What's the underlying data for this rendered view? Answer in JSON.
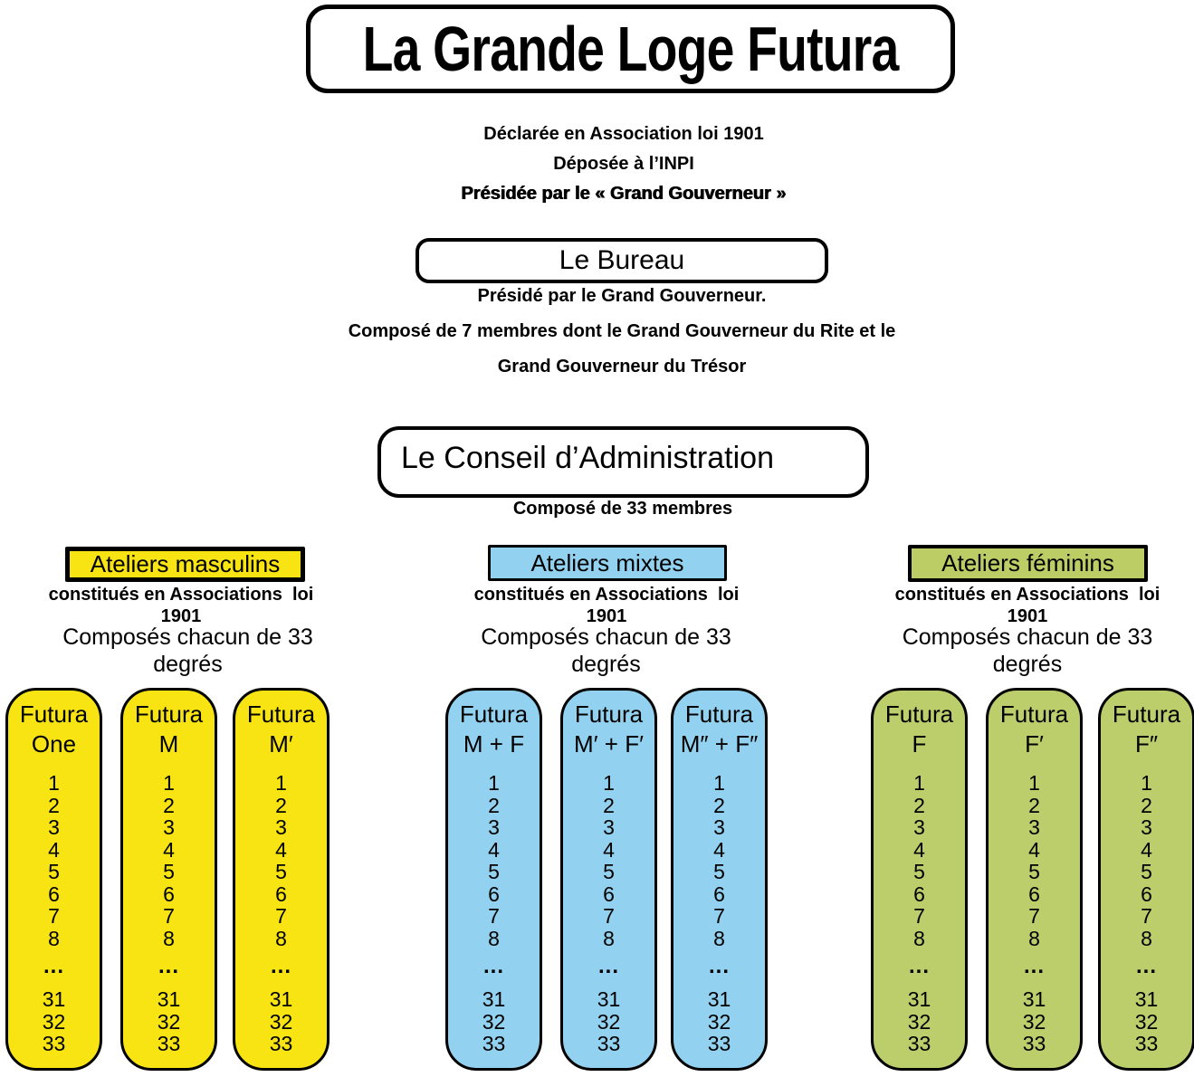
{
  "title": "La Grande Loge Futura",
  "intro_lines": [
    "Déclarée en Association loi 1901",
    "Déposée à l’INPI",
    "Présidée par le « Grand Gouverneur »"
  ],
  "bureau": {
    "title": "Le Bureau",
    "lines": [
      "Présidé par le Grand Gouverneur.",
      "Composé de 7 membres dont le Grand Gouverneur du Rite et le",
      "Grand Gouverneur du Trésor"
    ]
  },
  "conseil": {
    "title": "Le Conseil d’Administration",
    "subtitle": "Composé de 33 membres"
  },
  "groups": [
    {
      "header": "Ateliers masculins",
      "note1": "constitués en Associations  loi 1901",
      "note2": "Composés chacun de 33 degrés",
      "color": "#F8E413",
      "pills": [
        {
          "brand": "Futura",
          "variant": "One"
        },
        {
          "brand": "Futura",
          "variant": "M"
        },
        {
          "brand": "Futura",
          "variant": "M′"
        }
      ]
    },
    {
      "header": "Ateliers mixtes",
      "note1": "constitués en Associations  loi 1901",
      "note2": "Composés chacun de 33 degrés",
      "color": "#92D2F0",
      "pills": [
        {
          "brand": "Futura",
          "variant": "M + F"
        },
        {
          "brand": "Futura",
          "variant": "M′ + F′"
        },
        {
          "brand": "Futura",
          "variant": "M″ + F″"
        }
      ]
    },
    {
      "header": "Ateliers féminins",
      "note1": "constitués en Associations  loi 1901",
      "note2": "Composés chacun de 33 degrés",
      "color": "#BCCD6C",
      "pills": [
        {
          "brand": "Futura",
          "variant": "F"
        },
        {
          "brand": "Futura",
          "variant": "F′"
        },
        {
          "brand": "Futura",
          "variant": "F″"
        }
      ]
    }
  ],
  "degrees": {
    "first": [
      "1",
      "2",
      "3",
      "4",
      "5",
      "6",
      "7",
      "8"
    ],
    "ellipsis": "...",
    "last": [
      "31",
      "32",
      "33"
    ]
  }
}
